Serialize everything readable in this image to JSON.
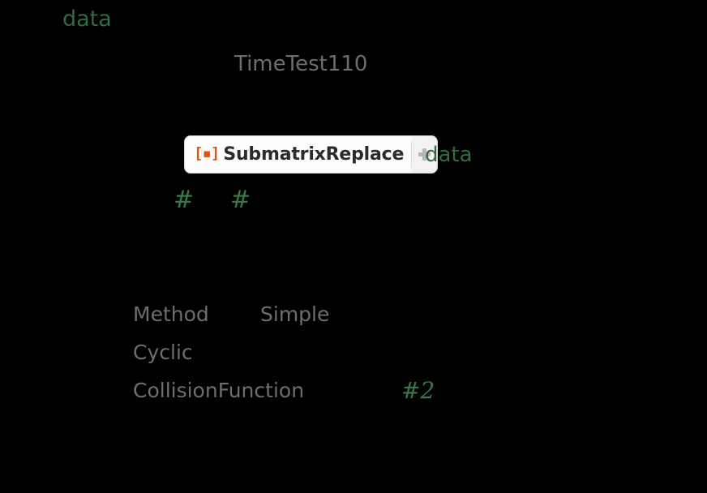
{
  "cell": {
    "background_color": "#000000",
    "symbol_color": "#2e6b3d",
    "builtin_color": "#6e6e6e",
    "slot_color": "#37774a",
    "resource_icon_color": "#e8500f"
  },
  "code": {
    "assignment_symbol": "data",
    "timing_label": "TimeTest110",
    "argument_symbol": "data",
    "slot_first": "#",
    "slot_second": "#",
    "option_method_name": "Method",
    "option_method_value": "Simple",
    "option_cyclic_name": "Cyclic",
    "option_collision_name": "CollisionFunction",
    "option_collision_value": "#2"
  },
  "resource_function": {
    "icon": "resource-function-icon",
    "icon_glyph": "[▪]",
    "label": "SubmatrixReplace",
    "expand_icon": "plus-icon"
  }
}
